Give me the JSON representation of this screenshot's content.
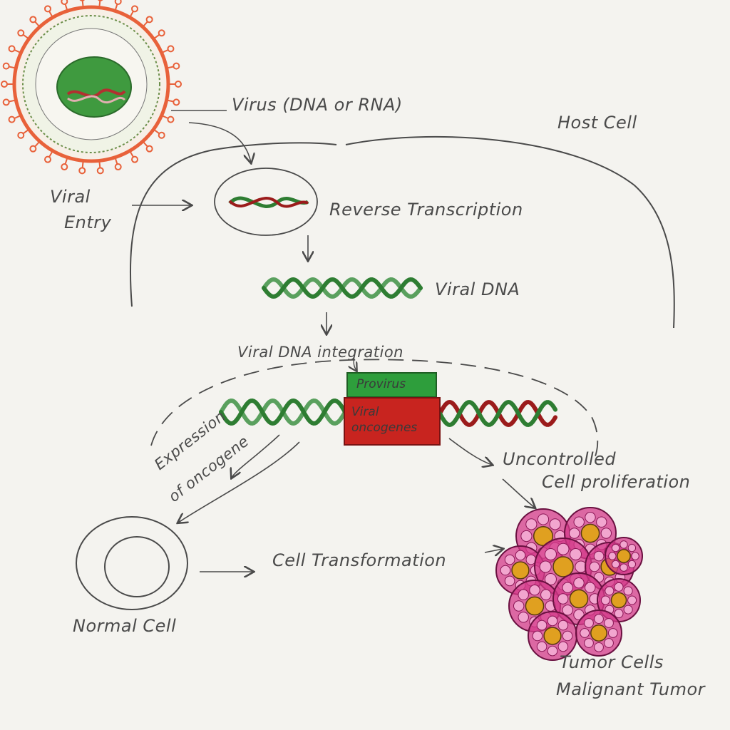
{
  "labels": {
    "virus": "Virus (DNA or RNA)",
    "host_cell": "Host Cell",
    "viral_entry_line1": "Viral",
    "viral_entry_line2": "Entry",
    "reverse_transcription": "Reverse Transcription",
    "viral_dna": "Viral DNA",
    "viral_dna_integration": "Viral DNA integration",
    "provirus": "Provirus",
    "viral_oncogenes_line1": "Viral",
    "viral_oncogenes_line2": "oncogenes",
    "expression_line1": "Expression",
    "expression_line2": "of oncogene",
    "uncontrolled_line1": "Uncontrolled",
    "uncontrolled_line2": "Cell proliferation",
    "cell_transformation": "Cell Transformation",
    "normal_cell": "Normal Cell",
    "tumor_line1": "Tumor Cells",
    "tumor_line2": "Malignant Tumor"
  },
  "colors": {
    "ink": "#4a4a4a",
    "dna_green": "#2e7d32",
    "dna_red": "#9b1b1b",
    "virus_orange": "#e8613a",
    "provirus_box": "#2e9e3c",
    "oncogene_box": "#c8241f",
    "tumor_pink": "#d43a8a",
    "tumor_nucleus": "#e0a020"
  }
}
